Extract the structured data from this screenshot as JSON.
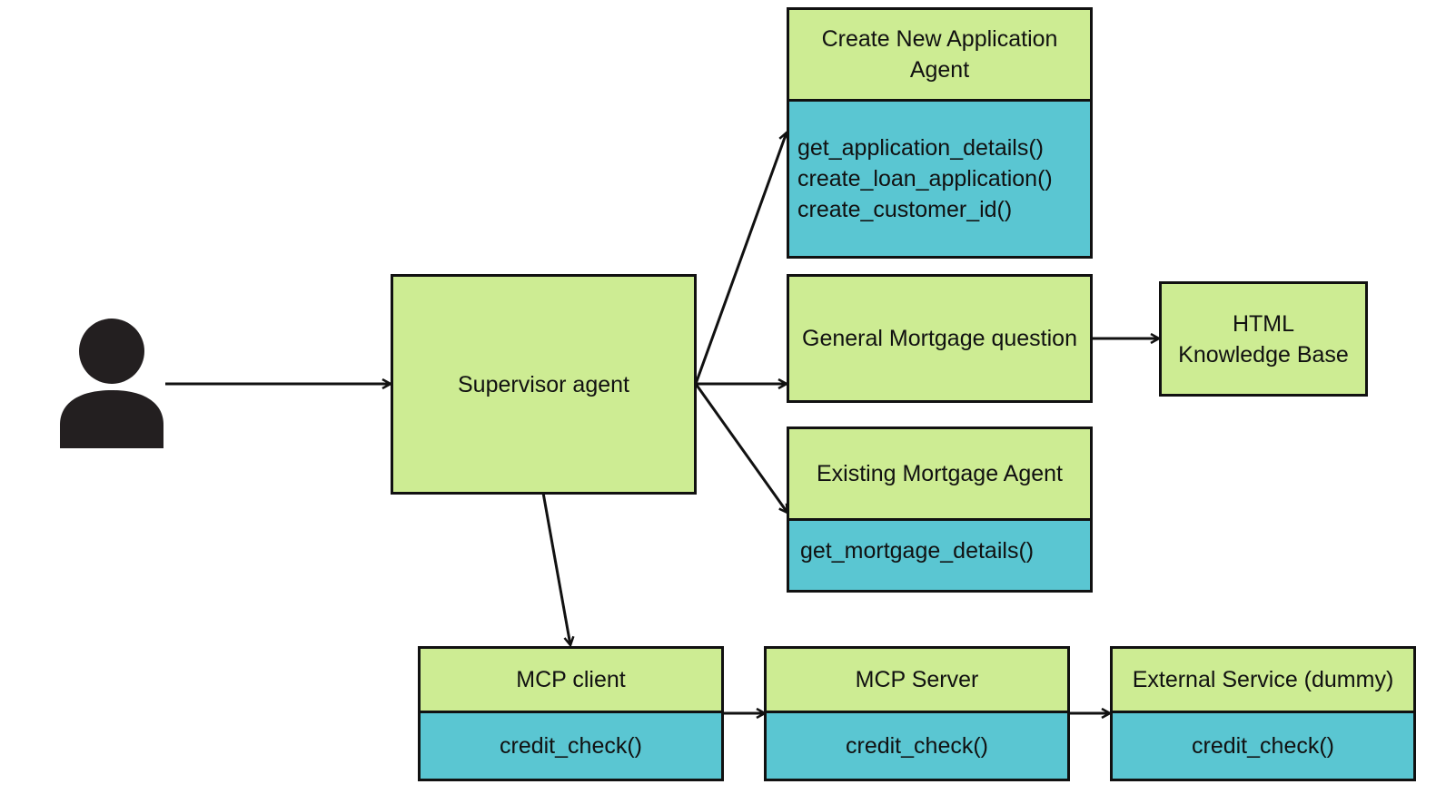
{
  "supervisor": {
    "label": "Supervisor agent"
  },
  "create_app_agent": {
    "title": "Create New Application Agent",
    "functions": [
      "get_application_details()",
      "create_loan_application()",
      "create_customer_id()"
    ]
  },
  "general_mortgage": {
    "label": "General Mortgage question"
  },
  "knowledge_base": {
    "label_line1": "HTML",
    "label_line2": "Knowledge Base"
  },
  "existing_mortgage_agent": {
    "title": "Existing Mortgage Agent",
    "functions": [
      "get_mortgage_details()"
    ]
  },
  "mcp_client": {
    "title": "MCP client",
    "function": "credit_check()"
  },
  "mcp_server": {
    "title": "MCP Server",
    "function": "credit_check()"
  },
  "external_service": {
    "title": "External Service (dummy)",
    "function": "credit_check()"
  },
  "colors": {
    "box_green": "#cdec93",
    "box_blue": "#5ac6d2",
    "stroke": "#111111"
  },
  "icons": {
    "user": "user-icon"
  }
}
